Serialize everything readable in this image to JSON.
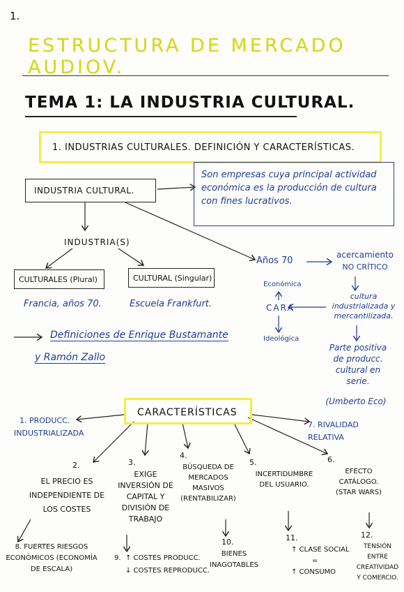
{
  "page_number": "1.",
  "subject_title": "ESTRUCTURA DE MERCADO AUDIOV.",
  "tema_title": "TEMA 1: LA INDUSTRIA CULTURAL.",
  "section_title": "1. INDUSTRIAS CULTURALES. DEFINICIÓN Y CARACTERÍSTICAS.",
  "industria_cultural": "INDUSTRIA CULTURAL.",
  "definition": "Son empresas cuya principal actividad económica es la producción de cultura con fines lucrativos.",
  "industrias": "INDUSTRIA(S)",
  "culturales_plural": "CULTURALES (Plural)",
  "cultural_singular": "CULTURAL (Singular)",
  "francia": "Francia, años 70.",
  "escuela": "Escuela Frankfurt.",
  "definiciones_line1": "Definiciones de Enrique Bustamante",
  "definiciones_line2": "y Ramón Zallo",
  "anos70": "Años 70",
  "acercamiento_1": "acercamiento",
  "acercamiento_2": "NO CRÍTICO",
  "cultura_industrializada": "cultura industrializada y mercantilizada.",
  "economica": "Económica",
  "cara": "CARA",
  "ideologica": "Ideológica",
  "parte_positiva": "Parte positiva de producc. cultural en serie.",
  "umberto": "(Umberto Eco)",
  "caracteristicas": "CARACTERÍSTICAS",
  "items": {
    "c1_line1": "1. PRODUCC.",
    "c1_line2": "INDUSTRIALIZADA",
    "c2_num": "2.",
    "c2_text": "EL PRECIO ES INDEPENDIENTE DE LOS COSTES",
    "c3_num": "3.",
    "c3_text": "EXIGE INVERSIÓN DE CAPITAL Y DIVISIÓN DE TRABAJO",
    "c4_num": "4.",
    "c4_text": "BÚSQUEDA DE MERCADOS MASIVOS (RENTABILIZAR)",
    "c5_num": "5.",
    "c5_text": "INCERTIDUMBRE DEL USUARIO.",
    "c6_num": "6.",
    "c6_text": "EFECTO CATÁLOGO. (STAR WARS)",
    "c7_text": "7. RIVALIDAD RELATIVA",
    "c8_text": "8. FUERTES RIESGOS ECONÓMICOS (ECONOMÍA DE ESCALA)",
    "c9_num": "9.",
    "c9_line1": "↑ COSTES PRODUCC.",
    "c9_line2": "↓ COSTES REPRODUCC.",
    "c10_num": "10.",
    "c10_text": "BIENES INAGOTABLES",
    "c11_num": "11.",
    "c11_line1": "↑ CLASE SOCIAL",
    "c11_eq": "=",
    "c11_line2": "↑ CONSUMO",
    "c12_num": "12.",
    "c12_text": "TENSIÓN ENTRE CREATIVIDAD Y COMERCIO."
  }
}
